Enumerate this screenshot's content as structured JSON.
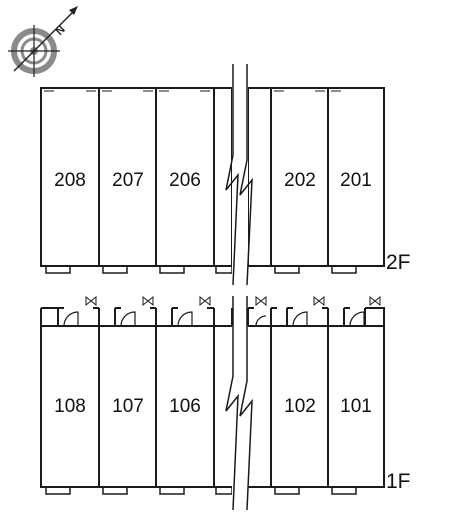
{
  "compass": {
    "north_label": "N"
  },
  "floors": [
    {
      "name": "2F",
      "rooms": [
        {
          "id": "208",
          "label": "208"
        },
        {
          "id": "207",
          "label": "207"
        },
        {
          "id": "206",
          "label": "206"
        },
        {
          "id": "202",
          "label": "202"
        },
        {
          "id": "201",
          "label": "201"
        }
      ]
    },
    {
      "name": "1F",
      "rooms": [
        {
          "id": "108",
          "label": "108"
        },
        {
          "id": "107",
          "label": "107"
        },
        {
          "id": "106",
          "label": "106"
        },
        {
          "id": "102",
          "label": "102"
        },
        {
          "id": "101",
          "label": "101"
        }
      ]
    }
  ],
  "colors": {
    "line": "#1a1a1a",
    "compass_gray": "#8a8a8a"
  }
}
